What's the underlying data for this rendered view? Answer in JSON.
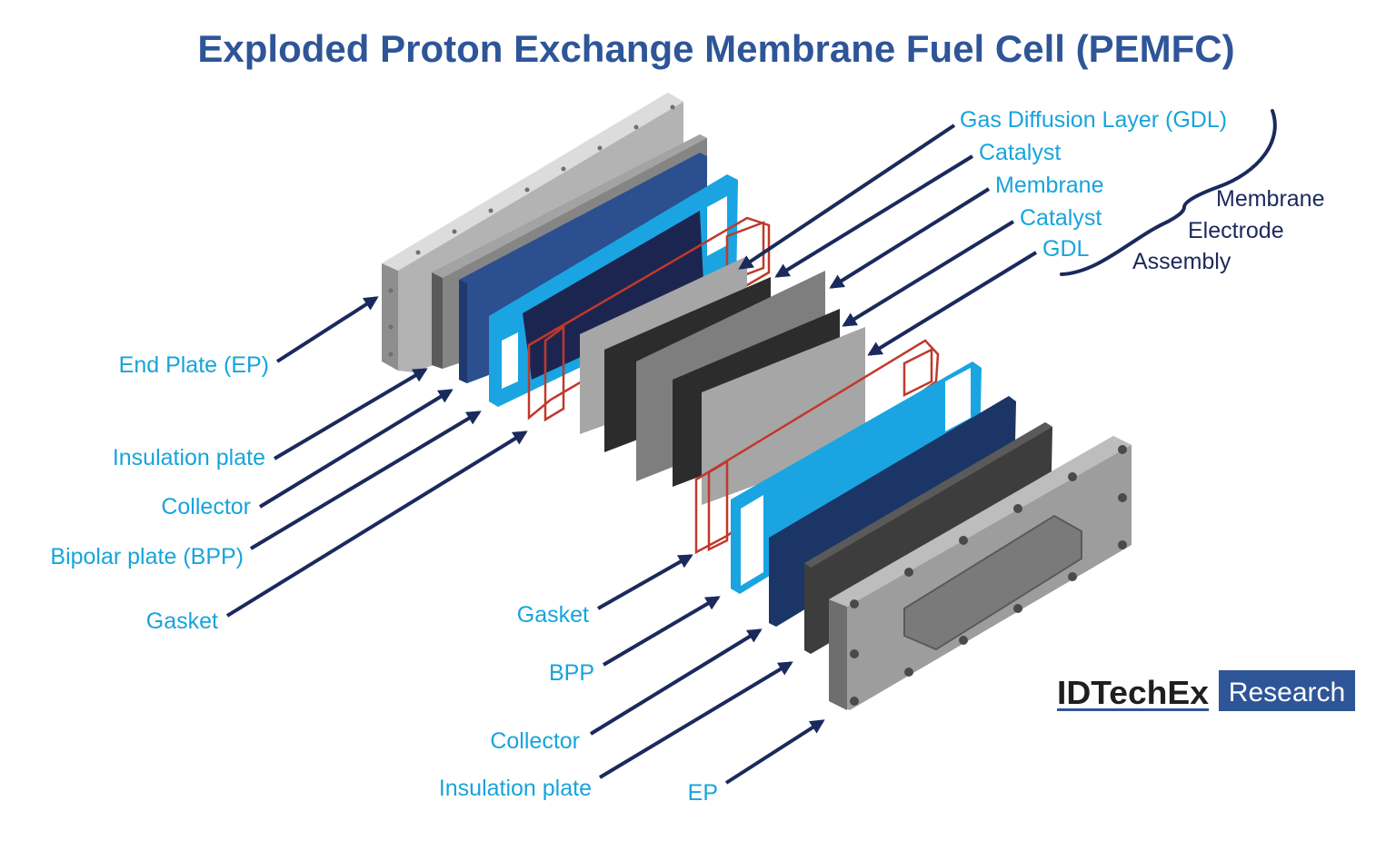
{
  "title": "Exploded Proton Exchange Membrane Fuel Cell (PEMFC)",
  "labels": {
    "end_plate_left": "End Plate (EP)",
    "insulation_left": "Insulation plate",
    "collector_left": "Collector",
    "bpp_left": "Bipolar plate (BPP)",
    "gasket_left": "Gasket",
    "gdl_top": "Gas Diffusion Layer (GDL)",
    "catalyst_top": "Catalyst",
    "membrane": "Membrane",
    "catalyst_bottom": "Catalyst",
    "gdl_bottom": "GDL",
    "gasket_right": "Gasket",
    "bpp_right": "BPP",
    "collector_right": "Collector",
    "insulation_right": "Insulation plate",
    "ep_right": "EP"
  },
  "mea": {
    "line1": "Membrane",
    "line2": "Electrode",
    "line3": "Assembly"
  },
  "logo": {
    "brand": "IDTechEx",
    "suffix": "Research"
  },
  "colors": {
    "title": "#2e5597",
    "label_blue": "#17a4dc",
    "label_navy": "#1b2a5c",
    "gasket_red": "#c0392b",
    "bpp_blue": "#1aa5e2",
    "collector_blue": "#2b4f8f",
    "plate_gray": "#a9a9a9"
  }
}
